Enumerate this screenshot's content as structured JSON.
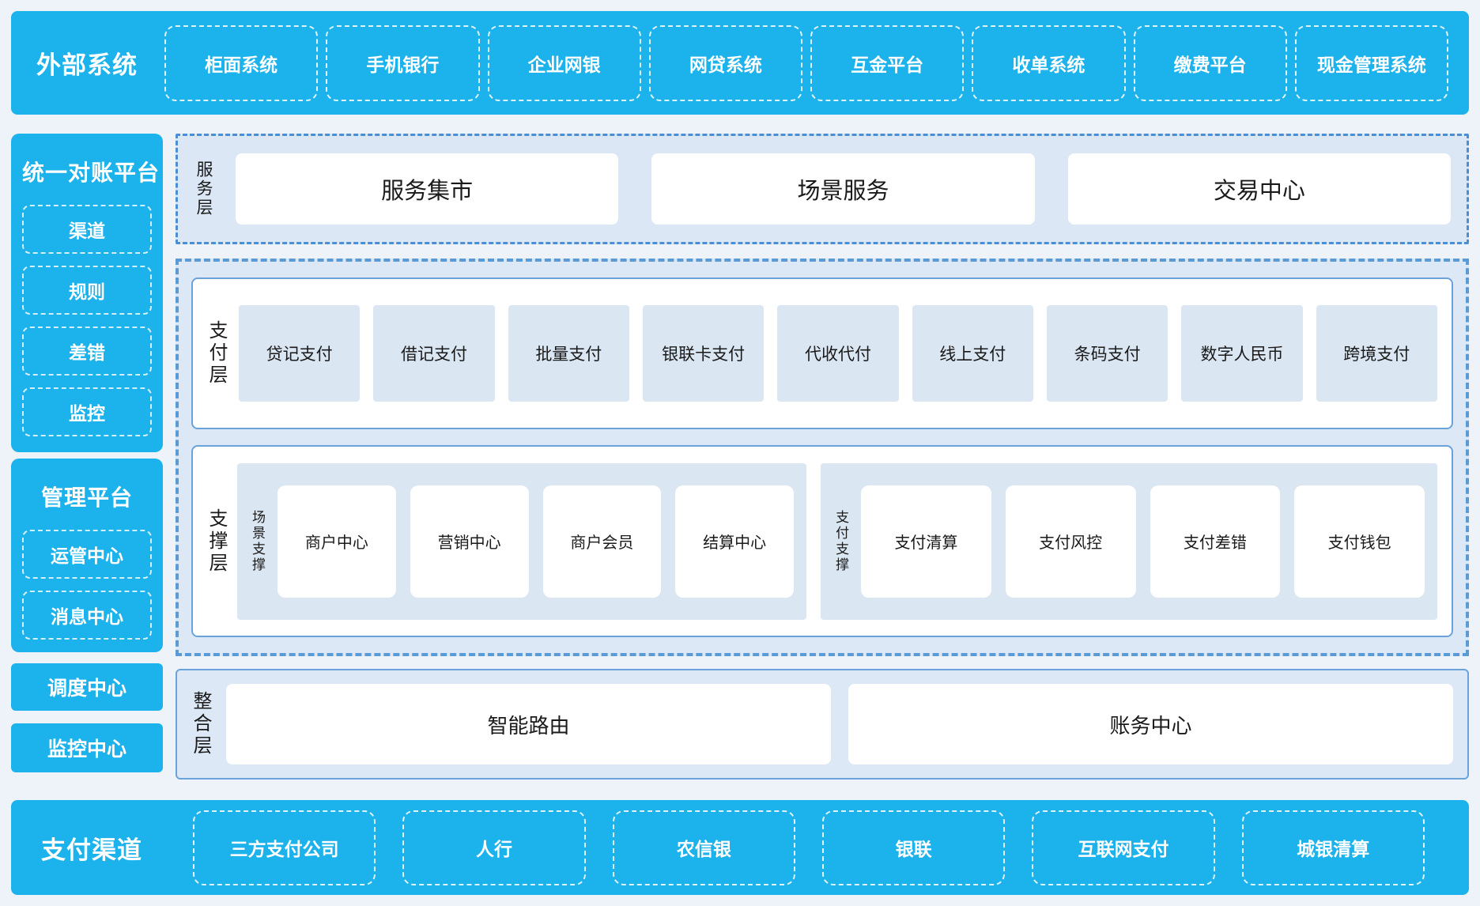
{
  "colors": {
    "accent_cyan": "#1cb2ec",
    "panel_light_blue": "#dbe6f3",
    "container_light_blue": "#dce8f6",
    "border_blue": "#5b9bd5",
    "text_dark": "#1a1a1a",
    "page_background": "#eef3f9"
  },
  "top_bar": {
    "title": "外部系统",
    "items": [
      "柜面系统",
      "手机银行",
      "企业网银",
      "网贷系统",
      "互金平台",
      "收单系统",
      "缴费平台",
      "现金管理系统"
    ]
  },
  "left": {
    "reconciliation": {
      "title": "统一对账平台",
      "items": [
        "渠道",
        "规则",
        "差错",
        "监控"
      ]
    },
    "management": {
      "title": "管理平台",
      "items": [
        "运管中心",
        "消息中心"
      ]
    },
    "dispatch_center": "调度中心",
    "monitor_center": "监控中心"
  },
  "service_layer": {
    "label": "服务层",
    "items": [
      "服务集市",
      "场景服务",
      "交易中心"
    ]
  },
  "payment_layer": {
    "label": "支付层",
    "items": [
      "贷记支付",
      "借记支付",
      "批量支付",
      "银联卡支付",
      "代收代付",
      "线上支付",
      "条码支付",
      "数字人民币",
      "跨境支付"
    ]
  },
  "support_layer": {
    "label": "支撑层",
    "groups": [
      {
        "label": "场景支撑",
        "items": [
          "商户中心",
          "营销中心",
          "商户会员",
          "结算中心"
        ]
      },
      {
        "label": "支付支撑",
        "items": [
          "支付清算",
          "支付风控",
          "支付差错",
          "支付钱包"
        ]
      }
    ]
  },
  "integration_layer": {
    "label": "整合层",
    "items": [
      "智能路由",
      "账务中心"
    ]
  },
  "bottom_bar": {
    "title": "支付渠道",
    "items": [
      "三方支付公司",
      "人行",
      "农信银",
      "银联",
      "互联网支付",
      "城银清算"
    ]
  }
}
